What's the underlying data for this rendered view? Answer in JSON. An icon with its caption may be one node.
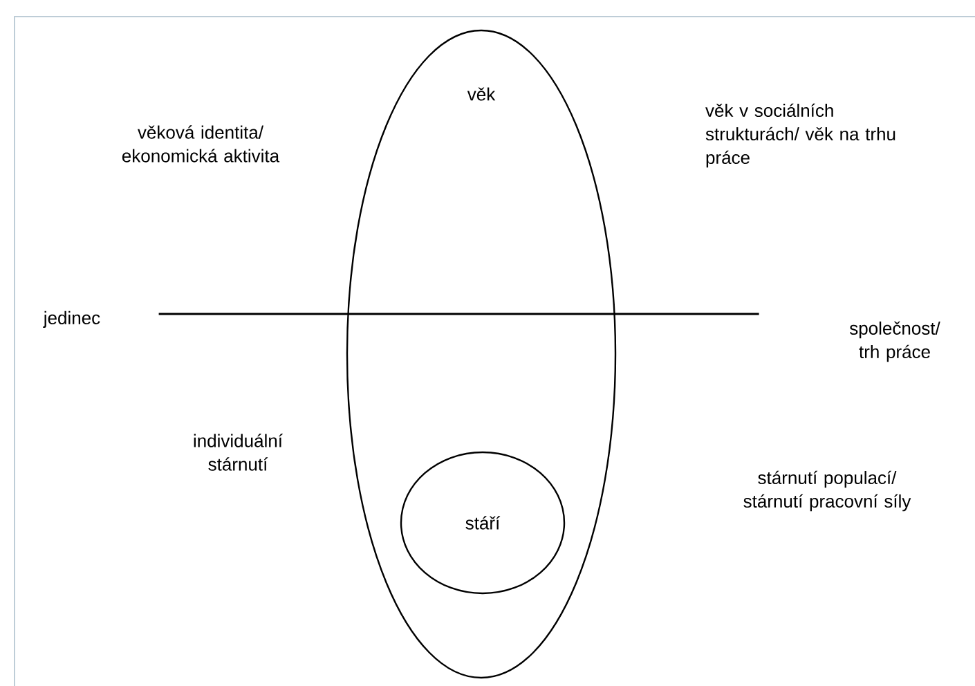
{
  "diagram": {
    "nodes": [
      {
        "text": [
          "věk"
        ]
      },
      {
        "text": [
          "stáří"
        ],
        "in": 0
      },
      {
        "text": [
          "jedinec"
        ]
      },
      {
        "text": [
          "společnost/ trh práce"
        ]
      }
    ],
    "edges": [
      {
        "from": 2,
        "to": 3,
        "arrow": "none"
      }
    ],
    "labels": [
      "věková identita/ ekonomická aktivita",
      "věk v sociálních strukturách/ věk na trhu práce",
      "individuální stárnutí",
      "stárnutí populací/ stárnutí pracovní síly"
    ]
  }
}
